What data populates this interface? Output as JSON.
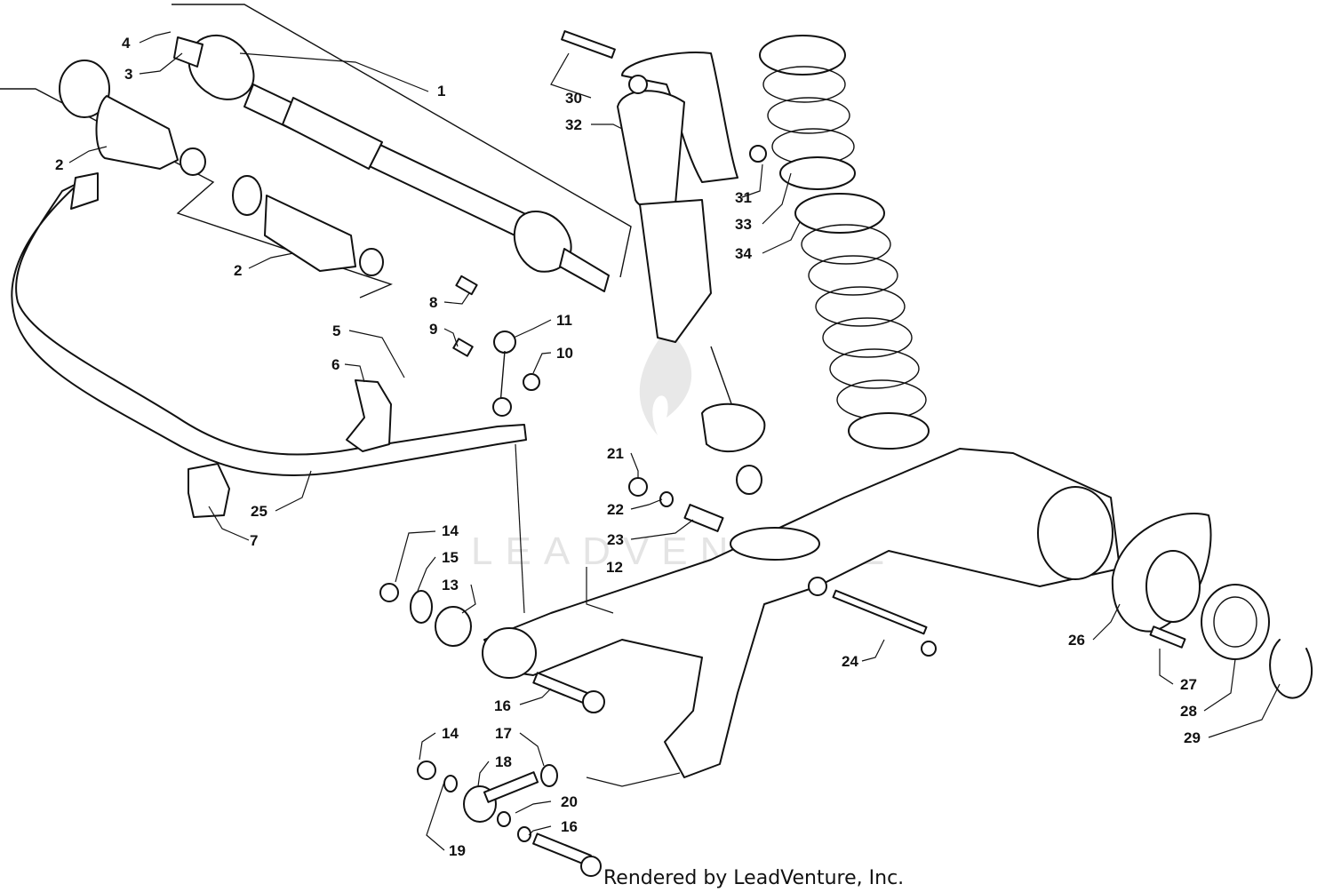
{
  "diagram": {
    "callouts": [
      "1",
      "2",
      "2",
      "3",
      "4",
      "5",
      "6",
      "7",
      "8",
      "9",
      "10",
      "11",
      "12",
      "13",
      "14",
      "15",
      "16",
      "14",
      "17",
      "18",
      "19",
      "20",
      "16",
      "21",
      "22",
      "23",
      "24",
      "25",
      "26",
      "27",
      "28",
      "29",
      "30",
      "31",
      "32",
      "33",
      "34"
    ],
    "watermark": "LEADVENTURE",
    "credit": "Rendered by LeadVenture, Inc."
  },
  "colors": {
    "line": "#111111",
    "background": "#ffffff",
    "watermark": "#cfcfcf"
  }
}
